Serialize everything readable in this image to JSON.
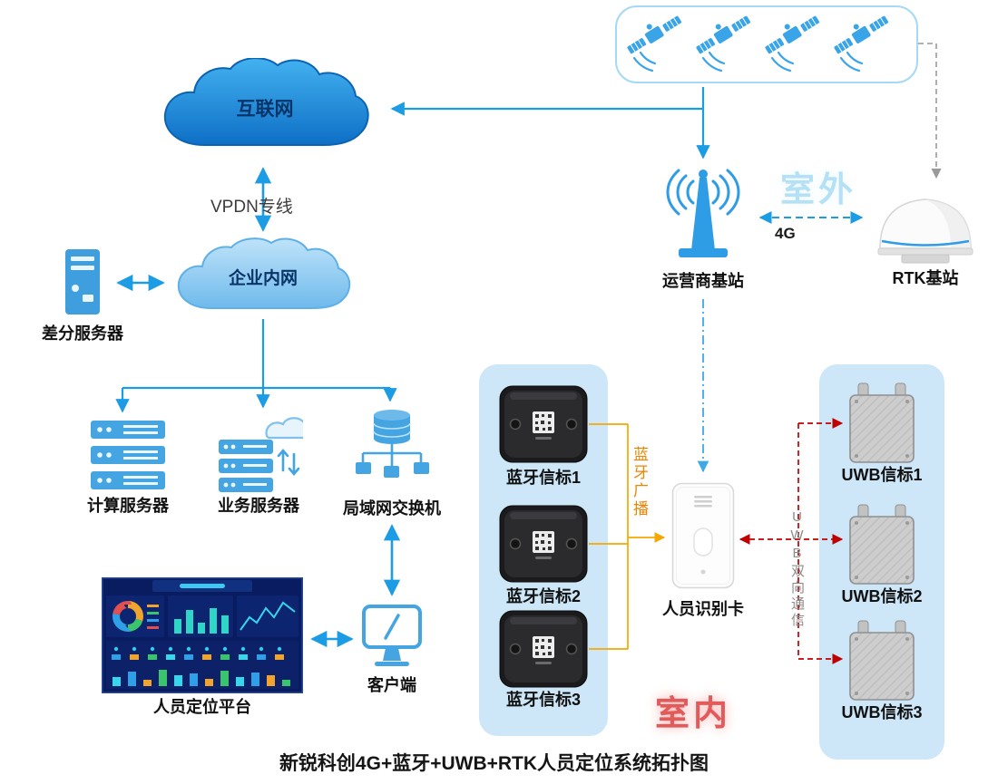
{
  "caption": "新锐科创4G+蓝牙+UWB+RTK人员定位系统拓扑图",
  "zones": {
    "outdoor": "室外",
    "indoor": "室内"
  },
  "links": {
    "vpdn": "VPDN专线",
    "fourg": "4G",
    "bt_broadcast": "蓝牙广播",
    "uwb_comm": "UWB双向通信"
  },
  "nodes": {
    "internet": "互联网",
    "intranet": "企业内网",
    "diff_server": "差分服务器",
    "compute_server": "计算服务器",
    "business_server": "业务服务器",
    "lan_switch": "局域网交换机",
    "platform": "人员定位平台",
    "client": "客户端",
    "carrier_station": "运营商基站",
    "rtk_station": "RTK基站",
    "id_card": "人员识别卡",
    "bt_beacons": [
      "蓝牙信标1",
      "蓝牙信标2",
      "蓝牙信标3"
    ],
    "uwb_beacons": [
      "UWB信标1",
      "UWB信标2",
      "UWB信标3"
    ]
  },
  "colors": {
    "link_blue": "#1b9ce5",
    "icon_blue": "#45a5e2",
    "panel_blue": "#cde7f8",
    "bt_link_orange": "#f5a800",
    "uwb_link_red": "#c00000",
    "rtk_link_gray": "#9a9a9a",
    "outdoor_text": "#b5e1f7",
    "indoor_text": "#e15b5b"
  }
}
